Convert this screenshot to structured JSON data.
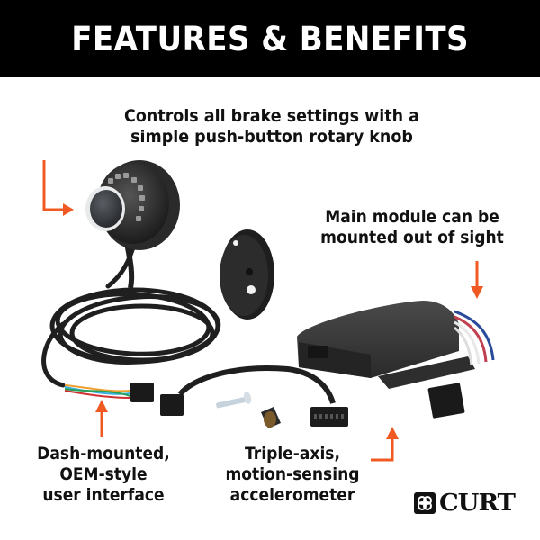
{
  "header": {
    "title": "FEATURES & BENEFITS"
  },
  "captions": {
    "knob": {
      "line1": "Controls all brake settings with a",
      "line2": "simple push-button rotary knob"
    },
    "module": {
      "line1": "Main module can be",
      "line2": "mounted out of sight"
    },
    "dash": {
      "line1": "Dash-mounted,",
      "line2": "OEM-style",
      "line3": "user interface"
    },
    "accelerometer": {
      "line1": "Triple-axis,",
      "line2": "motion-sensing",
      "line3": "accelerometer"
    }
  },
  "brand": {
    "name": "CURT",
    "icon": "curt-logo-icon"
  },
  "colors": {
    "header_bg": "#000000",
    "header_text": "#ffffff",
    "arrow": "#f05a22",
    "text": "#111111",
    "product": "#2a2a2a"
  },
  "products": [
    "rotary-knob-controller",
    "mounting-bracket",
    "coiled-cable",
    "adapter-harness",
    "mounting-screw",
    "rivet-nut",
    "main-module"
  ]
}
